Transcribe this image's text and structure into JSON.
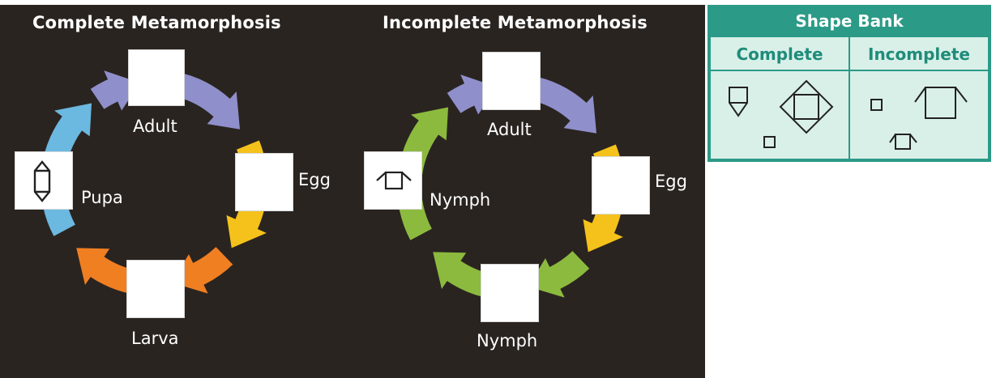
{
  "complete": {
    "title": "Complete Metamorphosis",
    "stages": [
      "Adult",
      "Egg",
      "Larva",
      "Pupa"
    ]
  },
  "incomplete": {
    "title": "Incomplete Metamorphosis",
    "stages": [
      "Adult",
      "Egg",
      "Nymph",
      "Nymph"
    ]
  },
  "shape_bank": {
    "title": "Shape Bank",
    "columns": [
      "Complete",
      "Incomplete"
    ]
  },
  "colors": {
    "panel_bg": "#2a2420",
    "arrow_purple": "#8f8fcb",
    "arrow_yellow": "#f5c21b",
    "arrow_orange": "#f07f22",
    "arrow_blue": "#6bb8e0",
    "arrow_green": "#8cba3e",
    "bank_teal": "#2b9a87",
    "bank_light": "#d9f0e8"
  }
}
